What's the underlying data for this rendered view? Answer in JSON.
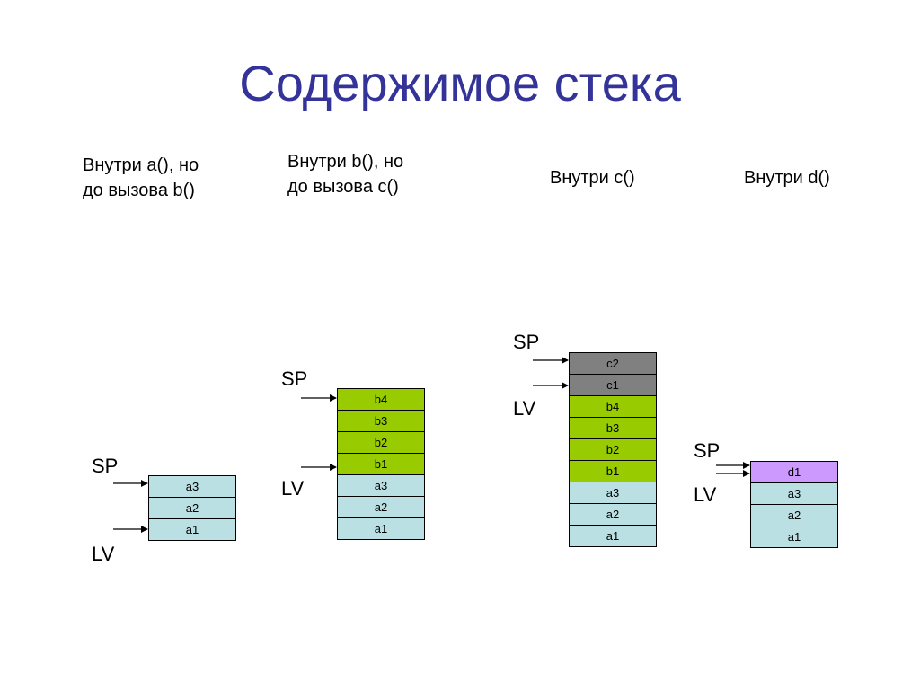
{
  "title": "Содержимое стека",
  "columns": [
    {
      "header": [
        "Внутри a(), но",
        "до вызова b()"
      ],
      "cells": [
        {
          "label": "a3",
          "type": "a"
        },
        {
          "label": "a2",
          "type": "a"
        },
        {
          "label": "a1",
          "type": "a"
        }
      ],
      "sp_label": "SP",
      "lv_label": "LV"
    },
    {
      "header": [
        "Внутри b(), но",
        "до вызова c()"
      ],
      "cells": [
        {
          "label": "b4",
          "type": "b"
        },
        {
          "label": "b3",
          "type": "b"
        },
        {
          "label": "b2",
          "type": "b"
        },
        {
          "label": "b1",
          "type": "b"
        },
        {
          "label": "a3",
          "type": "a"
        },
        {
          "label": "a2",
          "type": "a"
        },
        {
          "label": "a1",
          "type": "a"
        }
      ],
      "sp_label": "SP",
      "lv_label": "LV"
    },
    {
      "header": [
        "Внутри c()"
      ],
      "cells": [
        {
          "label": "c2",
          "type": "c"
        },
        {
          "label": "c1",
          "type": "c"
        },
        {
          "label": "b4",
          "type": "b"
        },
        {
          "label": "b3",
          "type": "b"
        },
        {
          "label": "b2",
          "type": "b"
        },
        {
          "label": "b1",
          "type": "b"
        },
        {
          "label": "a3",
          "type": "a"
        },
        {
          "label": "a2",
          "type": "a"
        },
        {
          "label": "a1",
          "type": "a"
        }
      ],
      "sp_label": "SP",
      "lv_label": "LV"
    },
    {
      "header": [
        "Внутри d()"
      ],
      "cells": [
        {
          "label": "d1",
          "type": "d"
        },
        {
          "label": "a3",
          "type": "a"
        },
        {
          "label": "a2",
          "type": "a"
        },
        {
          "label": "a1",
          "type": "a"
        }
      ],
      "sp_label": "SP",
      "lv_label": "LV"
    }
  ],
  "colors": {
    "title": "#333399",
    "a_frame": "#bbe0e3",
    "b_frame": "#99cc00",
    "c_frame": "#808080",
    "d_frame": "#cc99ff"
  }
}
